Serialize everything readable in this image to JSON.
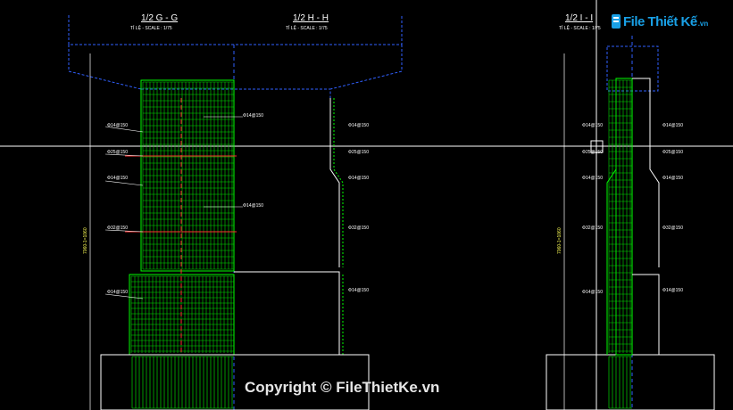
{
  "sections": {
    "gg": {
      "title": "1/2 G - G",
      "scale": "TỈ LỆ - SCALE : 1/75"
    },
    "hh": {
      "title": "1/2 H - H",
      "scale": "TỈ LỆ - SCALE : 1/75"
    },
    "ii": {
      "title": "1/2 I - I",
      "scale": "TỈ LỆ - SCALE : 1/75"
    }
  },
  "rebar_left": [
    "Φ14@150",
    "Φ25@150",
    "Φ14@150",
    "Φ32@150",
    "Φ14@150"
  ],
  "rebar_center": [
    "Φ14@150",
    "Φ14@150"
  ],
  "rebar_right_hh": [
    "Φ14@150",
    "Φ25@150",
    "Φ14@150",
    "Φ32@150",
    "Φ14@150"
  ],
  "rebar_ii_left": [
    "Φ14@150",
    "Φ25@150",
    "Φ14@150",
    "Φ32@150",
    "Φ14@150"
  ],
  "rebar_ii_right": [
    "Φ14@150",
    "Φ25@150",
    "Φ14@150",
    "Φ32@150",
    "Φ14@150"
  ],
  "dim_vertical": "7060-1=1060",
  "watermark": "Copyright © FileThietKe.vn",
  "logo": {
    "name": "File Thiết Kế",
    "domain": ".vn"
  },
  "colors": {
    "background": "#000000",
    "rebar": "#00ff00",
    "outline": "#ffffff",
    "concrete": "#0000ff",
    "accent": "#ff0000",
    "dim": "#ffff00"
  }
}
